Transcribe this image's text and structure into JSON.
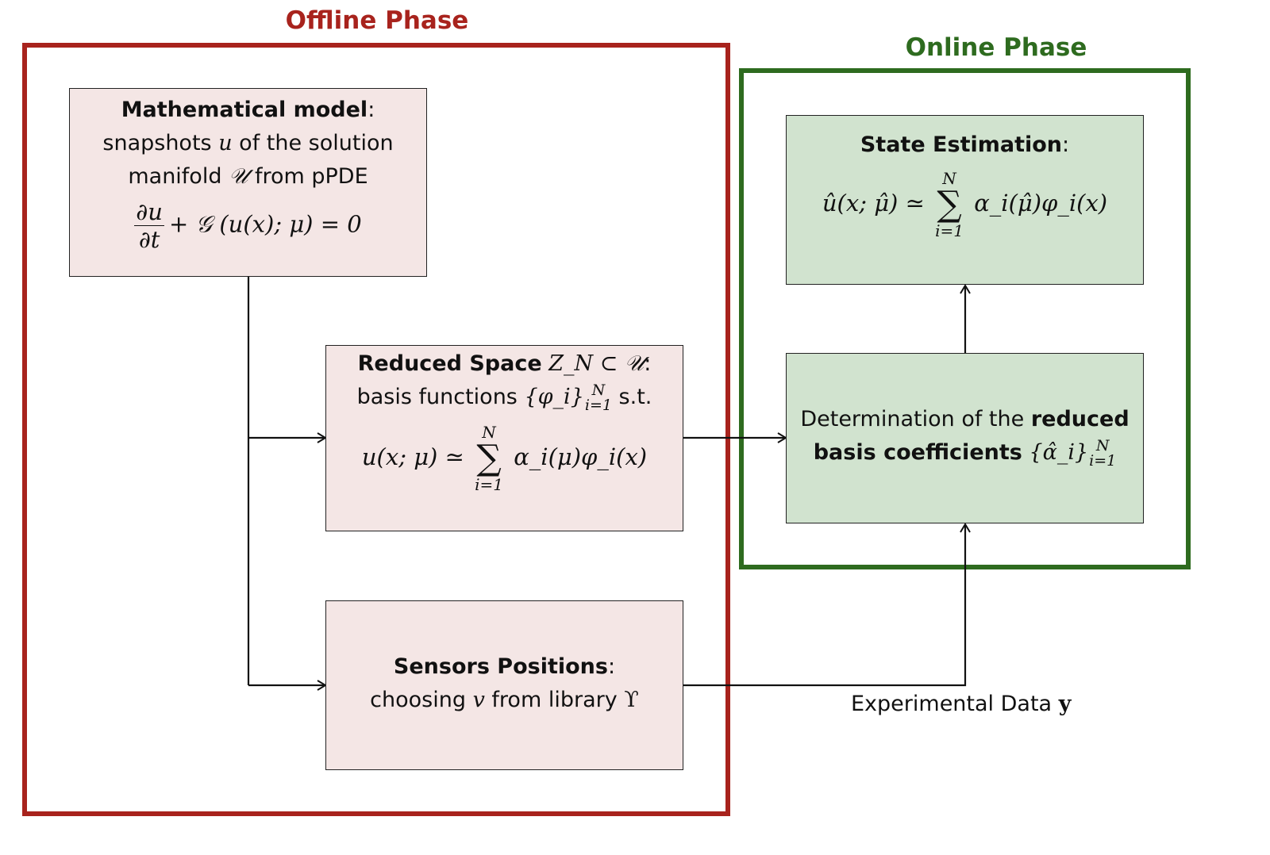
{
  "colors": {
    "offline": "#a8231d",
    "online": "#2e6b1f",
    "offline_box": "#f4e6e5",
    "online_box": "#d1e3cf"
  },
  "offline_phase": {
    "title": "Offline Phase"
  },
  "online_phase": {
    "title": "Online Phase"
  },
  "mathematical_model": {
    "heading": "Mathematical model",
    "line2_a": "snapshots ",
    "line2_var": "u",
    "line2_b": " of the solution",
    "line3_a": "manifold ",
    "line3_var": "𝒰",
    "line3_b": " from pPDE",
    "eq_num": "∂u",
    "eq_den": "∂t",
    "eq_rest": "+ 𝒢 (u(x); μ) = 0"
  },
  "reduced_space": {
    "heading": "Reduced Space",
    "heading_math": "Z_N ⊂ 𝒰",
    "line2_a": "basis functions ",
    "line2_set": "{φ_i}",
    "line2_sup": "N",
    "line2_sub": "i=1",
    "line2_b": " s.t.",
    "eq_lhs": "u(x; μ) ≃",
    "eq_sum_top": "N",
    "eq_sum_bottom": "i=1",
    "eq_rhs": "α_i(μ)φ_i(x)"
  },
  "sensors_positions": {
    "heading": "Sensors Positions",
    "line2_a": "choosing ",
    "line2_var": "v",
    "line2_b": " from library ",
    "line2_lib": "ϒ"
  },
  "state_estimation": {
    "heading": "State Estimation",
    "eq_lhs": "û(x; μ̂) ≃",
    "eq_sum_top": "N",
    "eq_sum_bottom": "i=1",
    "eq_rhs": "α_i(μ̂)φ_i(x)"
  },
  "coefficients": {
    "line1_a": "Determination of the ",
    "line1_b": "reduced",
    "line2_a": "basis coefficients",
    "line2_set": "{α̂_i}",
    "line2_sup": "N",
    "line2_sub": "i=1"
  },
  "experimental_data": {
    "label": "Experimental Data",
    "symbol": "y"
  }
}
